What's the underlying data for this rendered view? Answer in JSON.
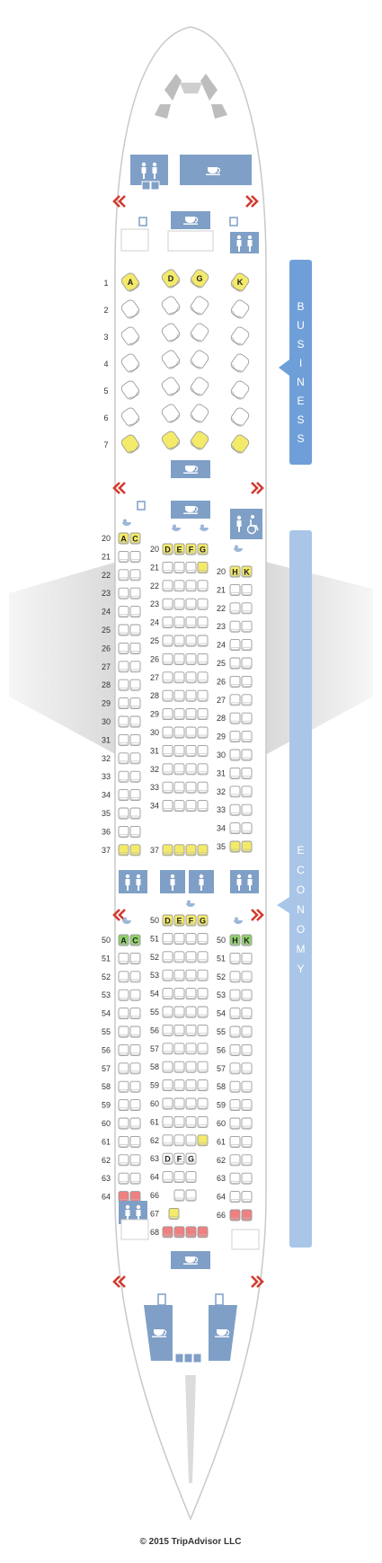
{
  "colors": {
    "fuselage": "#ffffff",
    "fuselage_edge": "#c9c9c9",
    "wing": "#e6e6e6",
    "facility": "#7f9fc6",
    "class_bar_business": "#6f9fd8",
    "class_bar_economy": "#a9c6e8",
    "seat_standard": "#ffffff",
    "seat_good": "#f3ea6a",
    "seat_extra_legroom": "#8fd16a",
    "seat_bad": "#f08080",
    "exit_arrow": "#d23b2f"
  },
  "labels": {
    "business": "BUSINESS",
    "economy": "ECONOMY",
    "copyright": "© 2015 TripAdvisor LLC"
  },
  "icons": {
    "lavatory": "lavatory-icon",
    "accessible_lavatory": "wheelchair-lavatory-icon",
    "galley": "galley-cup-icon",
    "closet": "closet-icon",
    "bassinet": "bassinet-icon",
    "exit": "exit-arrow-icon"
  },
  "business": {
    "rows": [
      "1",
      "2",
      "3",
      "4",
      "5",
      "6",
      "7"
    ],
    "letters_row1": {
      "A": "A",
      "D": "D",
      "G": "G",
      "K": "K"
    }
  },
  "economy_front": {
    "left_rows": [
      "20",
      "21",
      "22",
      "23",
      "24",
      "25",
      "26",
      "27",
      "28",
      "29",
      "30",
      "31",
      "32",
      "33",
      "34",
      "35",
      "36",
      "37"
    ],
    "center_rows": [
      "20",
      "21",
      "22",
      "23",
      "24",
      "25",
      "26",
      "27",
      "28",
      "29",
      "30",
      "31",
      "32",
      "33",
      "34",
      "37"
    ],
    "right_rows": [
      "20",
      "21",
      "22",
      "23",
      "24",
      "25",
      "26",
      "27",
      "28",
      "29",
      "30",
      "31",
      "32",
      "33",
      "34",
      "35"
    ],
    "letters_left": [
      "A",
      "C"
    ],
    "letters_center": [
      "D",
      "E",
      "F",
      "G"
    ],
    "letters_right": [
      "H",
      "K"
    ]
  },
  "economy_rear": {
    "left_rows": [
      "50",
      "51",
      "52",
      "53",
      "54",
      "55",
      "56",
      "57",
      "58",
      "59",
      "60",
      "61",
      "62",
      "63",
      "64"
    ],
    "center_rows": [
      "50",
      "51",
      "52",
      "53",
      "54",
      "55",
      "56",
      "57",
      "58",
      "59",
      "60",
      "61",
      "62",
      "63",
      "64",
      "66",
      "67",
      "68"
    ],
    "right_rows": [
      "50",
      "51",
      "52",
      "53",
      "54",
      "55",
      "56",
      "57",
      "58",
      "59",
      "60",
      "61",
      "62",
      "63",
      "64",
      "66"
    ],
    "letters_left": [
      "A",
      "C"
    ],
    "letters_center": [
      "D",
      "E",
      "F",
      "G"
    ],
    "letters_center_row63": [
      "D",
      "F",
      "G"
    ],
    "letters_right": [
      "H",
      "K"
    ]
  }
}
